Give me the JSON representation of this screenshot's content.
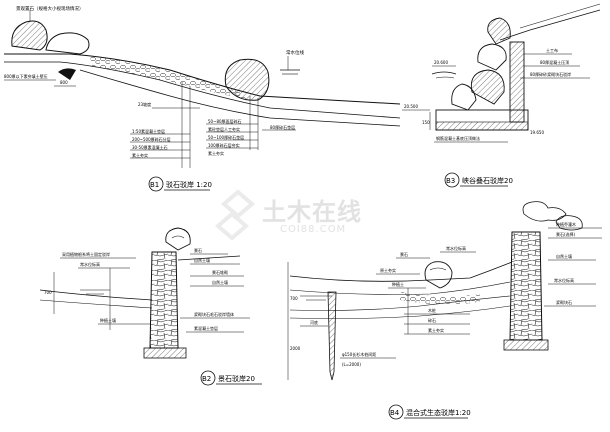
{
  "watermark": {
    "main": "土木在线",
    "sub": "COI88.COM"
  },
  "b1": {
    "badge": "B1",
    "title": "驳石驳岸  1:20",
    "top_note": "景观置石（规格大小视现场情况）",
    "left_note": "800厚以下素夯填土壁压",
    "water_level": "常水位线",
    "dim": "800",
    "slope": "23坡度",
    "lines": [
      "1:50素混凝土垫层",
      "200~500厚碎石分层",
      "30-50厚素混凝土石",
      "素土夯实"
    ],
    "lines2": [
      "50~80厚面层碎石",
      "素砼垫层人工夯实",
      "50~100厚碎石垫层",
      "100厚碎石层夯实",
      "素土夯实"
    ],
    "right_note": "80厚碎石垫层"
  },
  "b3": {
    "badge": "B3",
    "title": "峡谷叠石驳岸20",
    "elev_top": "20.600",
    "elev_water": "20.500",
    "elev_bottom": "19.650",
    "notes": [
      "土工布",
      "80厚混凝土压顶",
      "80厚碎砂浆砌块石驳岸"
    ],
    "bottom_note": "钢筋混凝土基底压顶做法",
    "dim_left": "150"
  },
  "b2": {
    "badge": "B2",
    "title": "景石驳岸20",
    "notes": [
      "采用植物根系将土固定驳岸",
      "常水位标高",
      "景石",
      "自然土壤",
      "种植土壤",
      "浆砌块石毛石驳岸墙体",
      "素混凝土垫层"
    ],
    "right_notes": [
      "景石堆砌",
      "自然土壤"
    ],
    "dim": "700"
  },
  "b4": {
    "badge": "B4",
    "title": "混合式生态驳岸1:20",
    "notes": [
      "景石",
      "常水位标高",
      "原土夯实",
      "种植土",
      "河底",
      "木桩",
      "碎石",
      "素土夯实"
    ],
    "right_notes": [
      "种植乔灌木",
      "景石(选择)",
      "自然土壤",
      "常水位标高",
      "浆砌块石"
    ],
    "pile_note": "φ150长杉木桩间距",
    "pile_note2": "(L=2000)",
    "dim1": "700",
    "dim2": "2000"
  }
}
